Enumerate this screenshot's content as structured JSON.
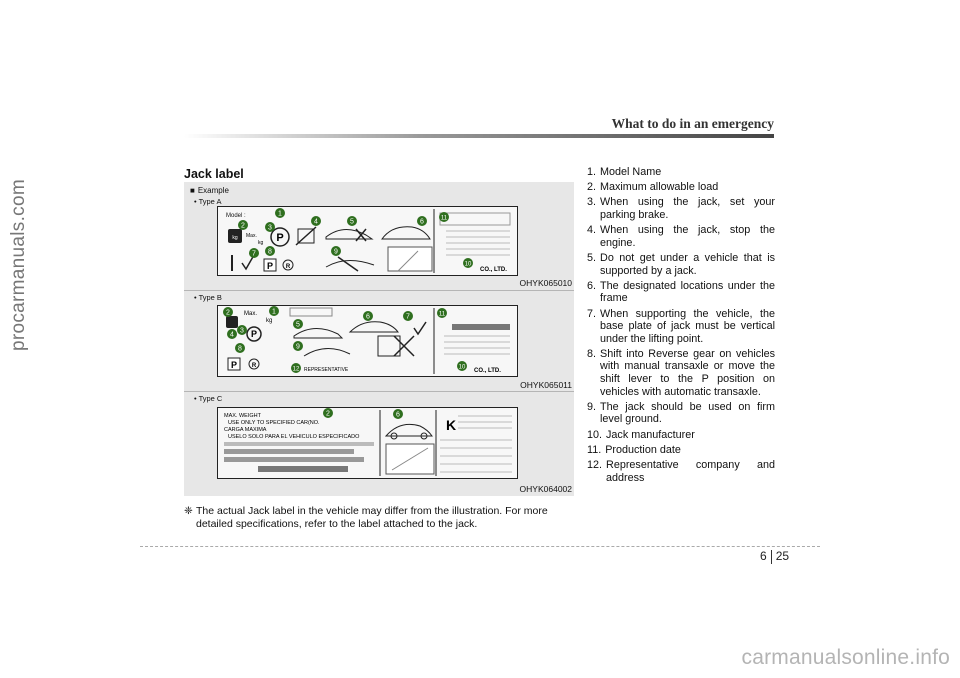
{
  "watermark_left": "procarmanuals.com",
  "header": {
    "title": "What to do in an emergency"
  },
  "section": {
    "title": "Jack label"
  },
  "figure": {
    "example_label": "Example",
    "types": [
      {
        "label": "• Type A",
        "code": "OHYK065010",
        "text": {
          "model": "Model :",
          "max": "Max.",
          "kg": "kg",
          "company": "CO., LTD."
        }
      },
      {
        "label": "• Type B",
        "code": "OHYK065011",
        "text": {
          "max": "Max.",
          "kg": "kg",
          "representative": "REPRESENTATIVE",
          "company": "CO., LTD."
        }
      },
      {
        "label": "• Type C",
        "code": "OHYK064002",
        "text": {
          "line1": "MAX. WEIGHT",
          "line2": "USE ONLY TO SPECIFIED CAR(NO.",
          "line3": "CARGA MAXIMA",
          "line4": "USELO SOLO PARA EL VEHICULO ESPECIFICADO"
        }
      }
    ]
  },
  "note": {
    "symbol": "❈",
    "text": "The actual Jack label in the vehicle may differ from the illustration. For more detailed specifications, refer to the label attached to the jack."
  },
  "list": [
    {
      "num": "1.",
      "text": "Model Name"
    },
    {
      "num": "2.",
      "text": "Maximum allowable load"
    },
    {
      "num": "3.",
      "text": "When using the jack, set your parking brake."
    },
    {
      "num": "4.",
      "text": "When using the jack, stop the engine."
    },
    {
      "num": "5.",
      "text": "Do not get under a vehicle that is supported by a jack."
    },
    {
      "num": "6.",
      "text": "The designated locations under the frame"
    },
    {
      "num": "7.",
      "text": "When supporting the vehicle, the base plate of jack must be vertical under the lifting point."
    },
    {
      "num": "8.",
      "text": "Shift into Reverse gear on vehicles with manual transaxle or move the shift lever to the P position on vehicles with automatic transaxle."
    },
    {
      "num": "9.",
      "text": "The jack should be used on firm level ground."
    },
    {
      "num": "10.",
      "text": "Jack manufacturer"
    },
    {
      "num": "11.",
      "text": "Production date"
    },
    {
      "num": "12.",
      "text": "Representative company and address"
    }
  ],
  "page": {
    "chapter": "6",
    "number": "25"
  },
  "footer_watermark": "carmanualsonline.info",
  "colors": {
    "accent_badge": "#2f6f1f",
    "rule": "#555555"
  }
}
